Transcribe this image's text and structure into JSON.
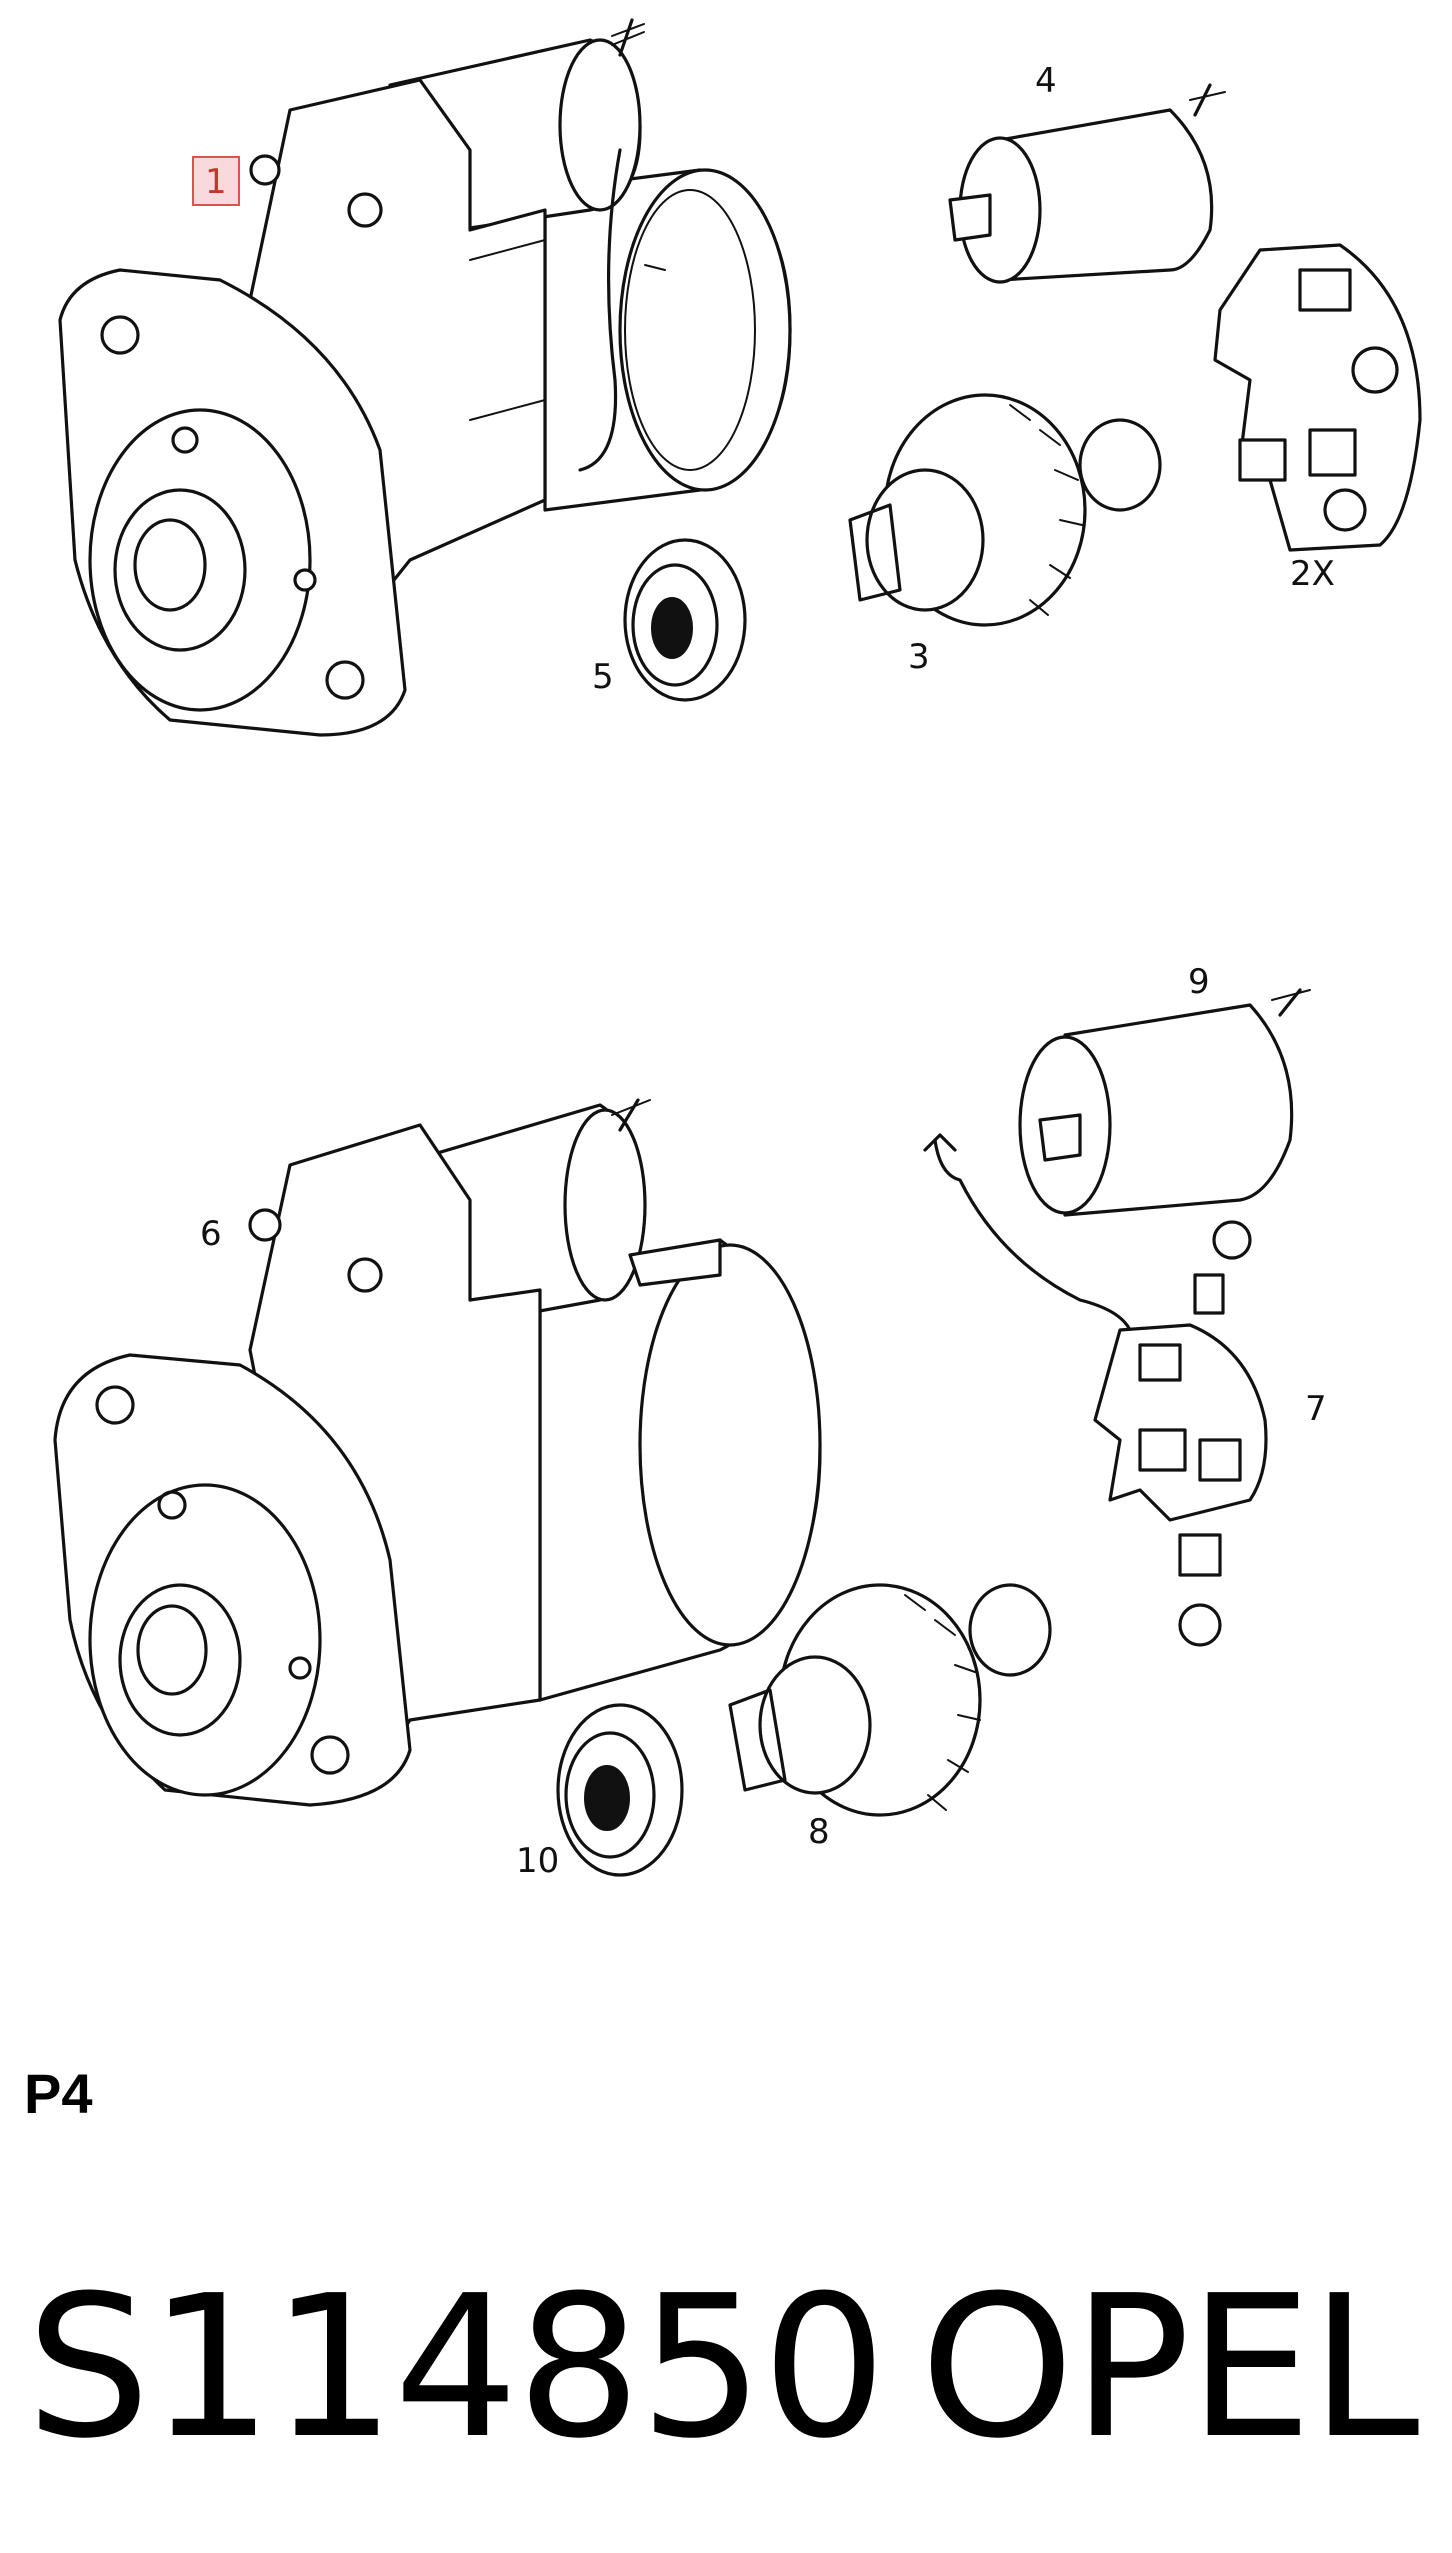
{
  "diagram": {
    "upper_assembly": {
      "callouts": {
        "starter": "1",
        "brush_holder": "2X",
        "pinion": "3",
        "solenoid": "4",
        "bearing": "5"
      }
    },
    "lower_assembly": {
      "callouts": {
        "starter": "6",
        "brush_plate": "7",
        "pinion": "8",
        "solenoid": "9",
        "bearing": "10"
      }
    },
    "highlighted_callout": "1"
  },
  "footer": {
    "page_code": "P4",
    "document_number": "S114850",
    "brand": "OPEL"
  },
  "colors": {
    "line": "#111111",
    "highlight_fill": "#f4b8be",
    "highlight_border": "#d9534f"
  }
}
